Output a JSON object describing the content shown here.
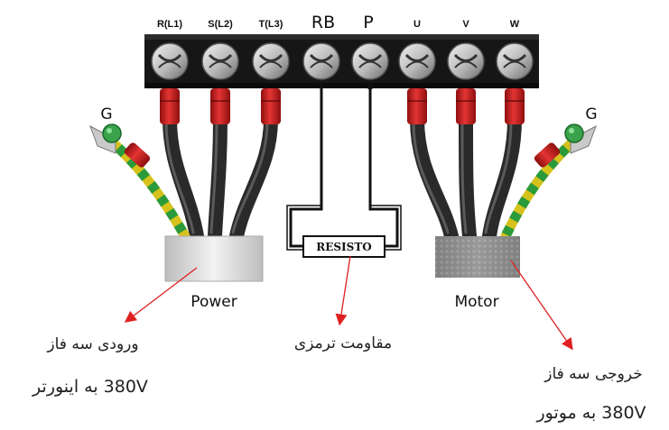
{
  "terminals": [
    {
      "label": "R(L1)",
      "group": "power"
    },
    {
      "label": "S(L2)",
      "group": "power"
    },
    {
      "label": "T(L3)",
      "group": "power"
    },
    {
      "label": "RB",
      "group": "brake"
    },
    {
      "label": "P",
      "group": "brake"
    },
    {
      "label": "U",
      "group": "motor"
    },
    {
      "label": "V",
      "group": "motor"
    },
    {
      "label": "W",
      "group": "motor"
    }
  ],
  "ground_left": "G",
  "ground_right": "G",
  "power_label": "Power",
  "motor_label": "Motor",
  "resistor_label": "RESISTO",
  "annotations": {
    "input": {
      "line1": "ورودی سه فاز",
      "line2": "380V به اینورتر"
    },
    "brake": {
      "line1": "مقاومت ترمزی"
    },
    "output": {
      "line1": "خروجی سه فاز",
      "line2": "380V به موتور"
    }
  },
  "colors": {
    "terminal_block": "#161616",
    "lug_red": "#d01f1f",
    "cable": "#2a2a2a",
    "ground_yellow": "#d6c21c",
    "ground_green": "#2a9a3a",
    "arrow_red": "#e02020",
    "power_sleeve": "#d9d9d9",
    "motor_sleeve": "#8a8a8a"
  }
}
